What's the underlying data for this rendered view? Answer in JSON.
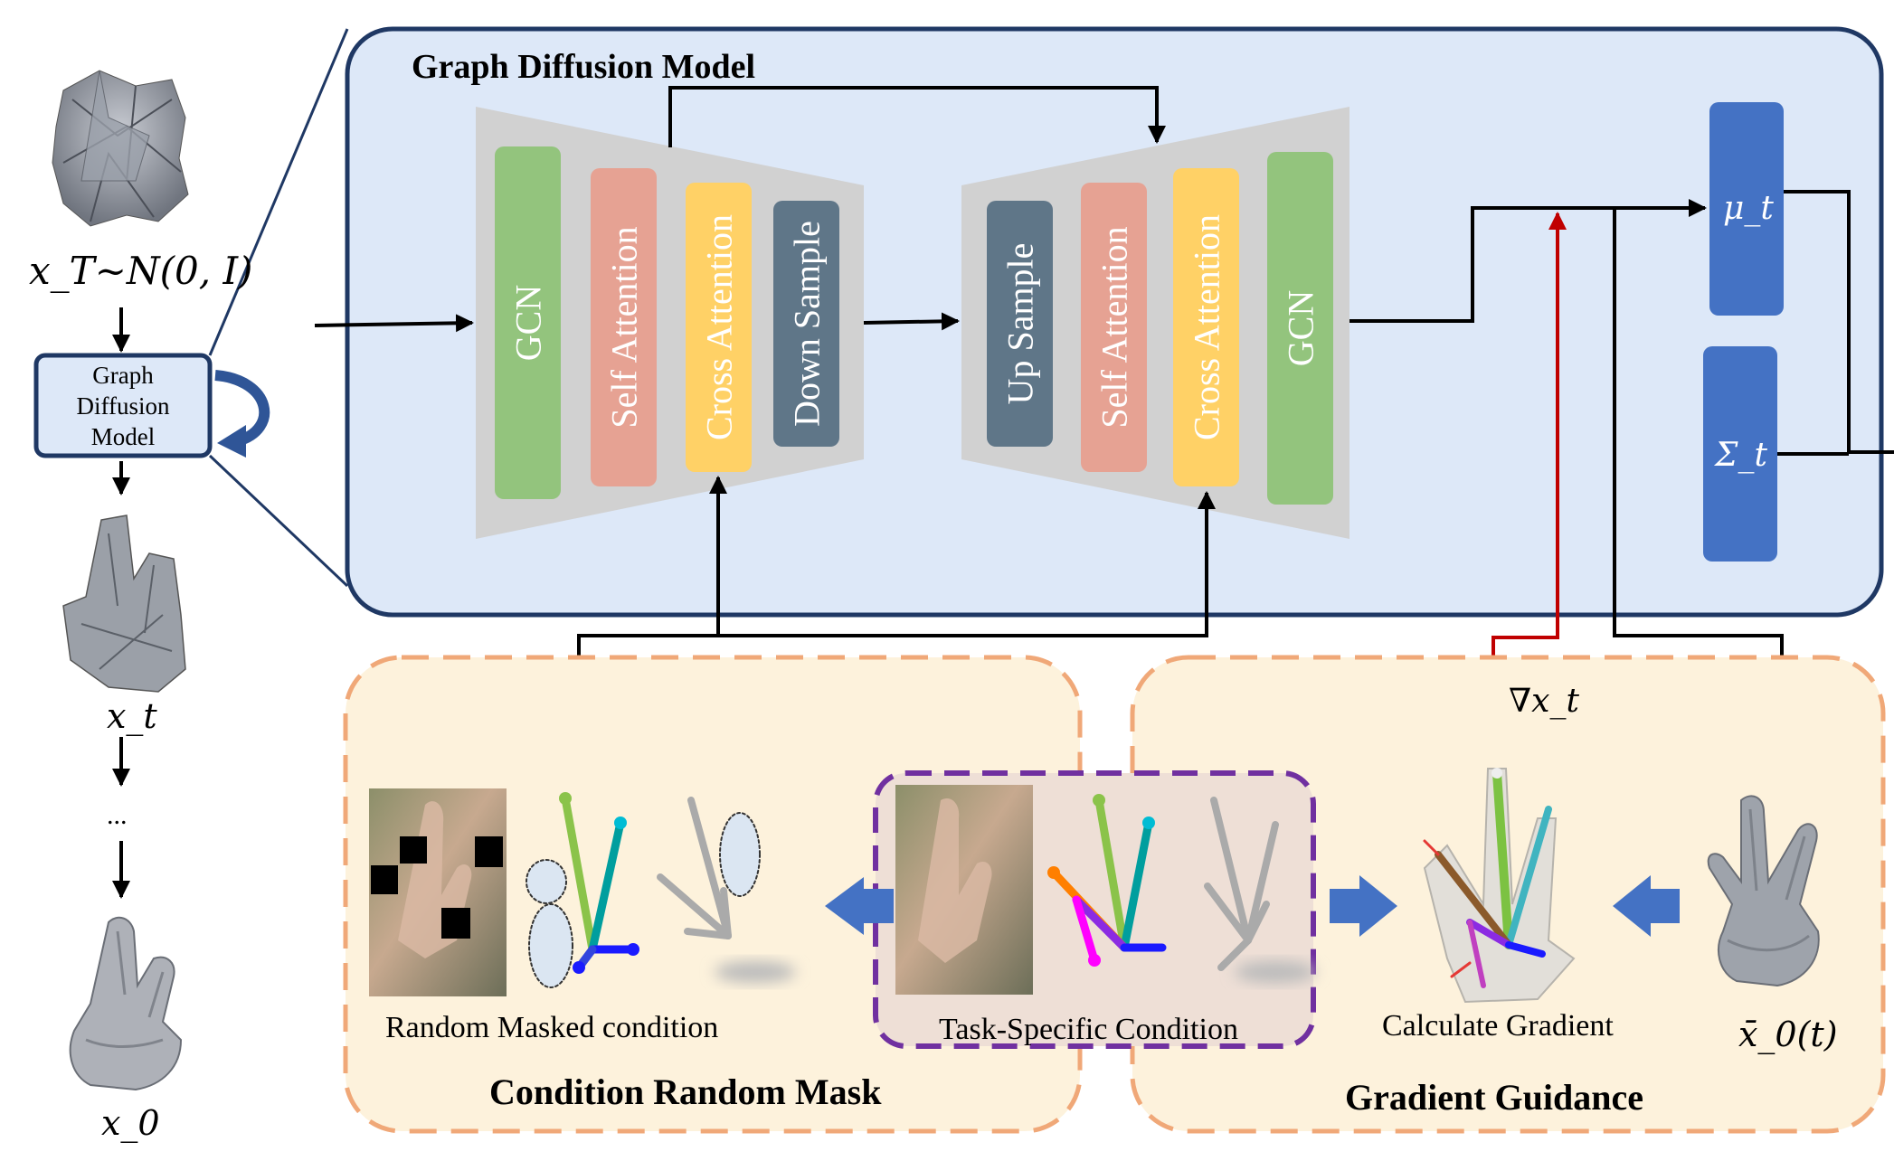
{
  "left_column": {
    "x_T_label": "x_T∼N(0, I)",
    "small_box_label": [
      "Graph",
      "Diffusion",
      "Model"
    ],
    "x_t_label": "x_t",
    "ellipsis": "...",
    "x_0_label": "x_0"
  },
  "main_panel": {
    "title": "Graph Diffusion Model",
    "encoder_blocks": [
      "GCN",
      "Self Attention",
      "Cross Attention",
      "Down Sample"
    ],
    "decoder_blocks": [
      "Up Sample",
      "Self Attention",
      "Cross Attention",
      "GCN"
    ],
    "mu_label": "μ_t",
    "sigma_label": "Σ_t"
  },
  "gradient_label": "∇x_t",
  "bottom": {
    "random_masked_caption": "Random Masked condition",
    "task_specific_caption": "Task-Specific Condition",
    "calculate_gradient_caption": "Calculate Gradient",
    "x0_bar_label": "x̄_0(t)",
    "condition_random_mask_title": "Condition Random Mask",
    "gradient_guidance_title": "Gradient Guidance"
  },
  "colors": {
    "panel_fill": "#dde8f8",
    "panel_border": "#1f3864",
    "gcn": "#93c47d",
    "self_attention": "#e6a293",
    "cross_attention": "#ffd166",
    "sample": "#5f7688",
    "mu_sigma": "#4472c4",
    "bottom_fill": "#fdf2dc",
    "bottom_border": "#f0a878",
    "task_border": "#7030a0",
    "red_arrow": "#c00000"
  }
}
